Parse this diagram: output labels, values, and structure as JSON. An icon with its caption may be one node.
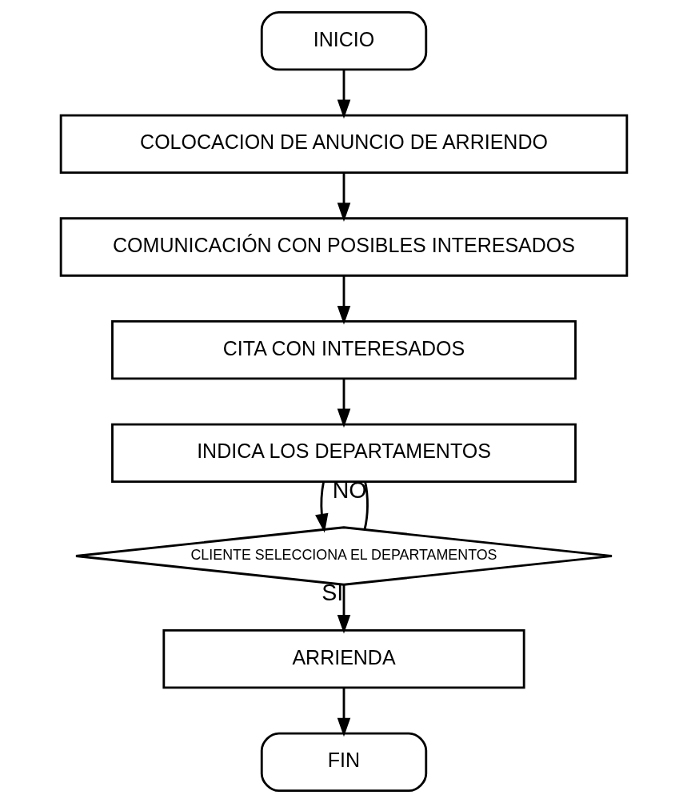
{
  "diagram": {
    "nodes": [
      {
        "text": [
          "INICIO"
        ]
      },
      {
        "text": [
          "COLOCACION DE ANUNCIO DE ARRIENDO"
        ]
      },
      {
        "text": [
          "COMUNICACIÓN CON POSIBLES INTERESADOS"
        ]
      },
      {
        "text": [
          "CITA CON INTERESADOS"
        ]
      },
      {
        "text": [
          "INDICA LOS DEPARTAMENTOS"
        ]
      },
      {
        "text": [
          "CLIENTE SELECCIONA EL DEPARTAMENTOS"
        ]
      },
      {
        "text": [
          "ARRIENDA"
        ]
      },
      {
        "text": [
          "FIN"
        ]
      }
    ],
    "edges": [
      {
        "from": 0,
        "to": 1,
        "arrow": "to"
      },
      {
        "from": 1,
        "to": 2,
        "arrow": "to"
      },
      {
        "from": 2,
        "to": 3,
        "arrow": "to"
      },
      {
        "from": 3,
        "to": 4,
        "arrow": "to"
      },
      {
        "from": 4,
        "to": 5,
        "arrow": "to"
      },
      {
        "from": 5,
        "to": 4,
        "arrow": "none",
        "label": "NO"
      },
      {
        "from": 5,
        "to": 6,
        "arrow": "to",
        "label": "SI"
      },
      {
        "from": 6,
        "to": 7,
        "arrow": "to"
      }
    ]
  }
}
